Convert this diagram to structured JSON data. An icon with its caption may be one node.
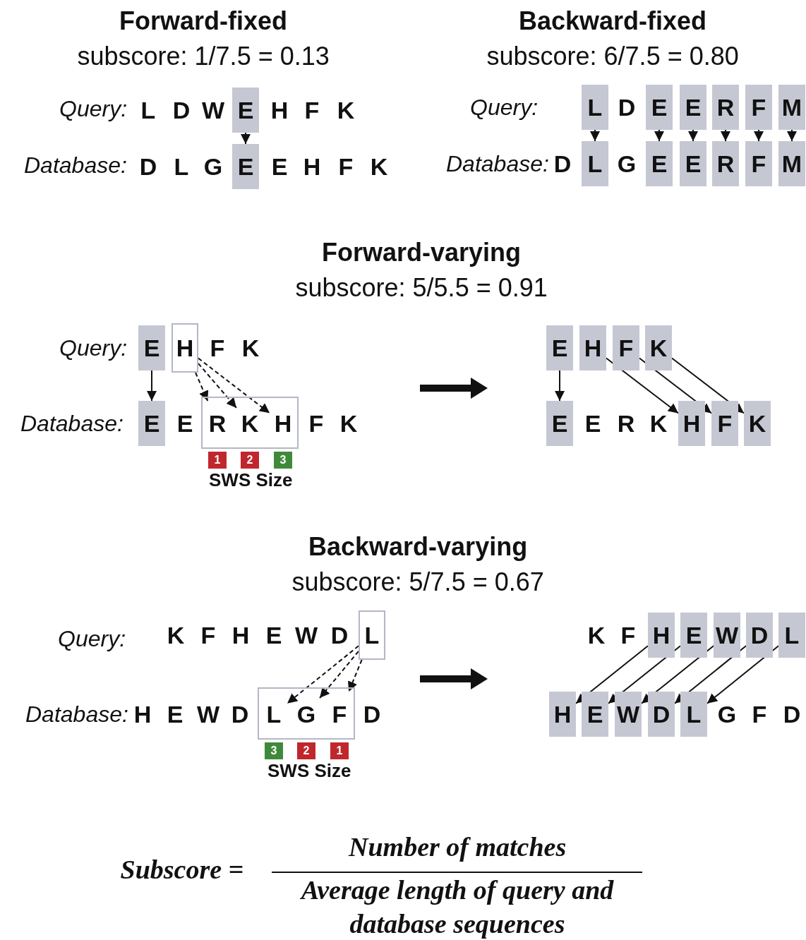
{
  "diagram": {
    "nodes": [
      {
        "text": [
          "L"
        ]
      },
      {
        "text": [
          "D"
        ]
      },
      {
        "text": [
          "W"
        ]
      },
      {
        "text": [
          "E"
        ]
      },
      {
        "text": [
          "H"
        ]
      },
      {
        "text": [
          "F"
        ]
      },
      {
        "text": [
          "K"
        ]
      },
      {
        "text": [
          "D"
        ]
      },
      {
        "text": [
          "L"
        ]
      },
      {
        "text": [
          "G"
        ]
      },
      {
        "text": [
          "E"
        ]
      },
      {
        "text": [
          "E"
        ]
      },
      {
        "text": [
          "H"
        ]
      },
      {
        "text": [
          "F"
        ]
      },
      {
        "text": [
          "K"
        ]
      },
      {
        "text": [
          "L"
        ]
      },
      {
        "text": [
          "D"
        ]
      },
      {
        "text": [
          "E"
        ]
      },
      {
        "text": [
          "E"
        ]
      },
      {
        "text": [
          "R"
        ]
      },
      {
        "text": [
          "F"
        ]
      },
      {
        "text": [
          "M"
        ]
      },
      {
        "text": [
          "D"
        ]
      },
      {
        "text": [
          "L"
        ]
      },
      {
        "text": [
          "G"
        ]
      },
      {
        "text": [
          "E"
        ]
      },
      {
        "text": [
          "E"
        ]
      },
      {
        "text": [
          "R"
        ]
      },
      {
        "text": [
          "F"
        ]
      },
      {
        "text": [
          "M"
        ]
      },
      {
        "text": [
          "E"
        ]
      },
      {
        "text": [
          "H"
        ]
      },
      {
        "text": [
          "F"
        ]
      },
      {
        "text": [
          "K"
        ]
      },
      {
        "text": [
          "E"
        ]
      },
      {
        "text": [
          "E"
        ]
      },
      {
        "text": [],
        "shape": "box"
      },
      {
        "text": [
          "R"
        ],
        "in": 36
      },
      {
        "text": [
          "K"
        ],
        "in": 36
      },
      {
        "text": [
          "H"
        ],
        "in": 36
      },
      {
        "text": [
          "F"
        ]
      },
      {
        "text": [
          "K"
        ]
      },
      {
        "text": [
          "1"
        ]
      },
      {
        "text": [
          "2"
        ]
      },
      {
        "text": [
          "3"
        ]
      },
      {
        "text": [
          "E"
        ]
      },
      {
        "text": [
          "H"
        ]
      },
      {
        "text": [
          "F"
        ]
      },
      {
        "text": [
          "K"
        ]
      },
      {
        "text": [
          "E"
        ]
      },
      {
        "text": [
          "E"
        ]
      },
      {
        "text": [
          "R"
        ]
      },
      {
        "text": [
          "K"
        ]
      },
      {
        "text": [
          "H"
        ]
      },
      {
        "text": [
          "F"
        ]
      },
      {
        "text": [
          "K"
        ]
      },
      {
        "text": [
          "K"
        ]
      },
      {
        "text": [
          "F"
        ]
      },
      {
        "text": [
          "H"
        ]
      },
      {
        "text": [
          "E"
        ]
      },
      {
        "text": [
          "W"
        ]
      },
      {
        "text": [
          "D"
        ]
      },
      {
        "text": [
          "L"
        ]
      },
      {
        "text": [
          "H"
        ]
      },
      {
        "text": [
          "E"
        ]
      },
      {
        "text": [
          "W"
        ]
      },
      {
        "text": [
          "D"
        ]
      },
      {
        "text": [],
        "shape": "box"
      },
      {
        "text": [
          "L"
        ],
        "in": 67
      },
      {
        "text": [
          "G"
        ],
        "in": 67
      },
      {
        "text": [
          "F"
        ],
        "in": 67
      },
      {
        "text": [
          "D"
        ]
      },
      {
        "text": [
          "3"
        ]
      },
      {
        "text": [
          "2"
        ]
      },
      {
        "text": [
          "1"
        ]
      },
      {
        "text": [
          "K"
        ]
      },
      {
        "text": [
          "F"
        ]
      },
      {
        "text": [
          "H"
        ]
      },
      {
        "text": [
          "E"
        ]
      },
      {
        "text": [
          "W"
        ]
      },
      {
        "text": [
          "D"
        ]
      },
      {
        "text": [
          "L"
        ]
      },
      {
        "text": [
          "H"
        ]
      },
      {
        "text": [
          "E"
        ]
      },
      {
        "text": [
          "W"
        ]
      },
      {
        "text": [
          "D"
        ]
      },
      {
        "text": [
          "L"
        ]
      },
      {
        "text": [
          "G"
        ]
      },
      {
        "text": [
          "F"
        ]
      },
      {
        "text": [
          "D"
        ]
      }
    ],
    "edges": [
      {
        "from": 3,
        "to": 10,
        "arrow": "to"
      },
      {
        "from": 15,
        "to": 23,
        "arrow": "to"
      },
      {
        "from": 17,
        "to": 25,
        "arrow": "to"
      },
      {
        "from": 18,
        "to": 26,
        "arrow": "to"
      },
      {
        "from": 19,
        "to": 27,
        "arrow": "to"
      },
      {
        "from": 20,
        "to": 28,
        "arrow": "to"
      },
      {
        "from": 21,
        "to": 29,
        "arrow": "to"
      },
      {
        "from": 30,
        "to": 34,
        "arrow": "to"
      },
      {
        "from": 31,
        "to": 37,
        "arrow": "to",
        "style": "dashed"
      },
      {
        "from": 31,
        "to": 38,
        "arrow": "to",
        "style": "dashed"
      },
      {
        "from": 31,
        "to": 39,
        "arrow": "to",
        "style": "dashed"
      },
      {
        "from": 45,
        "to": 49,
        "arrow": "to"
      },
      {
        "from": 46,
        "to": 53,
        "arrow": "to"
      },
      {
        "from": 47,
        "to": 54,
        "arrow": "to"
      },
      {
        "from": 48,
        "to": 55,
        "arrow": "to"
      },
      {
        "from": 62,
        "to": 68,
        "arrow": "to",
        "style": "dashed"
      },
      {
        "from": 62,
        "to": 69,
        "arrow": "to",
        "style": "dashed"
      },
      {
        "from": 62,
        "to": 70,
        "arrow": "to",
        "style": "dashed"
      },
      {
        "from": 77,
        "to": 82,
        "arrow": "to"
      },
      {
        "from": 78,
        "to": 83,
        "arrow": "to"
      },
      {
        "from": 79,
        "to": 84,
        "arrow": "to"
      },
      {
        "from": 80,
        "to": 85,
        "arrow": "to"
      },
      {
        "from": 81,
        "to": 86,
        "arrow": "to"
      }
    ],
    "labels": [
      "Forward-fixed",
      "subscore: 1/7.5 = 0.13",
      "Backward-fixed",
      "subscore: 6/7.5 = 0.80",
      "Query:",
      "Query:",
      "Database:",
      "Database:",
      "Forward-varying",
      "subscore: 5/5.5 = 0.91",
      "Query:",
      "Database:",
      "SWS Size",
      "Backward-varying",
      "subscore: 5/7.5 = 0.67",
      "Query:",
      "Database:",
      "SWS Size",
      "Subscore =",
      "Number of matches",
      "Average length of query and database sequences"
    ]
  }
}
